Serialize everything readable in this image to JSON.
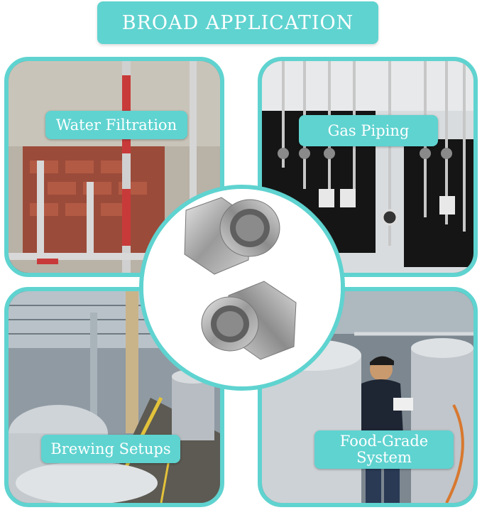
{
  "title": "BROAD APPLICATION",
  "panels": {
    "water": {
      "label": "Water Filtration"
    },
    "gas": {
      "label": "Gas Piping"
    },
    "brewing": {
      "label": "Brewing Setups"
    },
    "food": {
      "label_line1": "Food-Grade",
      "label_line2": "System"
    }
  },
  "colors": {
    "accent": "#5fd3d0",
    "text": "#ffffff"
  },
  "center_image": "stainless-steel-union-fittings"
}
